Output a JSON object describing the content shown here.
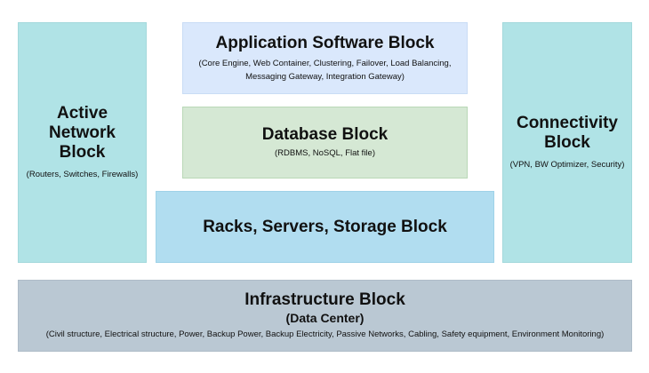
{
  "blocks": {
    "active_network": {
      "title": "Active Network Block",
      "desc": "(Routers, Switches, Firewalls)"
    },
    "application": {
      "title": "Application Software Block",
      "desc": "(Core Engine, Web Container, Clustering, Failover, Load Balancing, Messaging Gateway, Integration Gateway)"
    },
    "database": {
      "title": "Database Block",
      "desc": "(RDBMS, NoSQL, Flat file)"
    },
    "racks": {
      "title": "Racks, Servers, Storage Block"
    },
    "connectivity": {
      "title": "Connectivity Block",
      "desc": "(VPN, BW Optimizer, Security)"
    },
    "infrastructure": {
      "title": "Infrastructure Block",
      "subtitle": "(Data Center)",
      "desc": "(Civil structure, Electrical structure, Power, Backup Power, Backup Electricity, Passive Networks, Cabling, Safety equipment, Environment Monitoring)"
    }
  },
  "colors": {
    "cyan_block": "#b0e3e6",
    "application_block": "#dae8fc",
    "database_block": "#d5e8d4",
    "racks_block": "#b1ddf0",
    "infrastructure_block": "#bac8d3"
  }
}
